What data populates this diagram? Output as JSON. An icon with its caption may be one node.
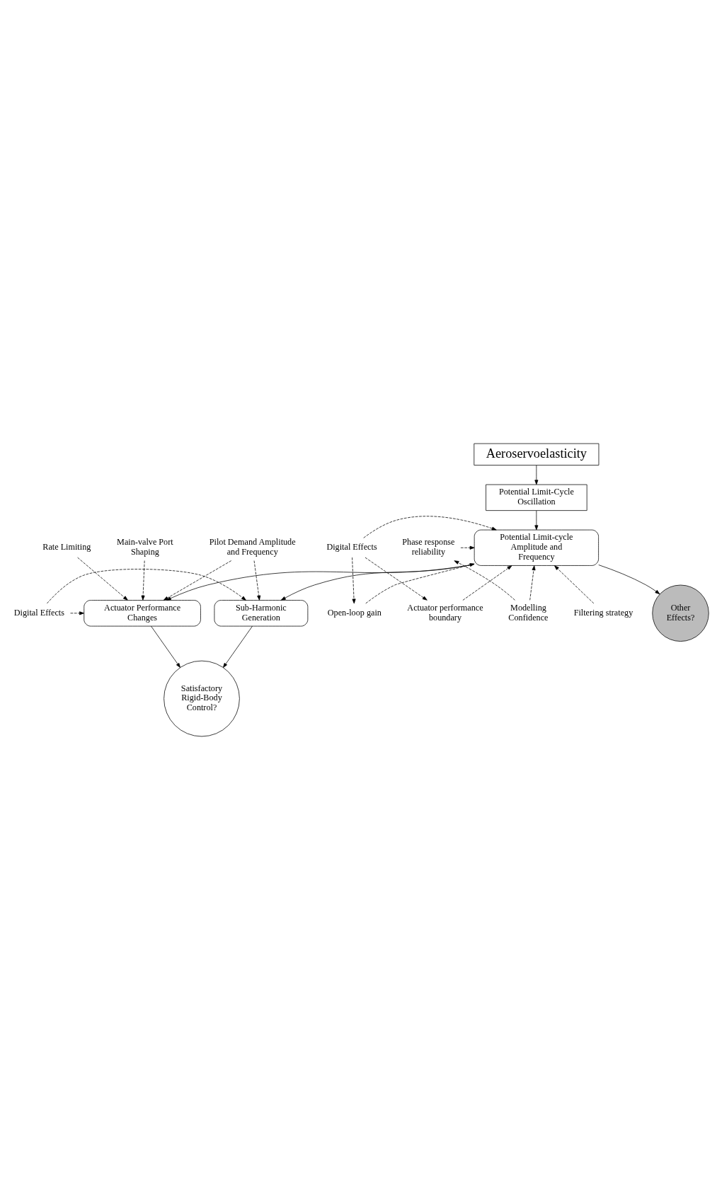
{
  "diagram": {
    "nodes": [
      {
        "text": [
          "Aeroservoelasticity"
        ]
      },
      {
        "text": [
          "Potential Limit-Cycle Oscillation"
        ]
      },
      {
        "text": [
          "Filtering strategy"
        ]
      },
      {
        "text": [
          "Open-loop gain"
        ]
      },
      {
        "text": [
          "Phase response reliability"
        ]
      },
      {
        "text": [
          "Potential Limit-cycle Amplitude and Frequency"
        ]
      },
      {
        "text": [
          "Digital Effects"
        ]
      },
      {
        "text": [
          "Modelling Confidence"
        ]
      },
      {
        "text": [
          "Actuator performance boundary"
        ]
      },
      {
        "text": [
          "Other Effects?"
        ]
      },
      {
        "text": [
          "Rate Limiting"
        ]
      },
      {
        "text": [
          "Digital Effects"
        ]
      },
      {
        "text": [
          "Sub-Harmonic Generation"
        ]
      },
      {
        "text": [
          "Actuator Performance Changes"
        ]
      },
      {
        "text": [
          "Pilot Demand Amplitude and Frequency"
        ]
      },
      {
        "text": [
          "Main-valve Port Shaping"
        ]
      },
      {
        "text": [
          "Satisfactory Rigid-Body Control?"
        ]
      }
    ],
    "edges": [
      {
        "from": 0,
        "to": 1,
        "arrow": "to"
      },
      {
        "from": 1,
        "to": 5,
        "arrow": "to"
      },
      {
        "from": 2,
        "to": 5,
        "arrow": "to",
        "style": "dashed"
      },
      {
        "from": 3,
        "to": 5,
        "arrow": "to",
        "style": "dashed"
      },
      {
        "from": 4,
        "to": 5,
        "arrow": "to",
        "style": "dashed"
      },
      {
        "from": 6,
        "to": 5,
        "arrow": "to",
        "style": "dashed"
      },
      {
        "from": 7,
        "to": 5,
        "arrow": "to",
        "style": "dashed"
      },
      {
        "from": 7,
        "to": 4,
        "arrow": "to",
        "style": "dashed"
      },
      {
        "from": 6,
        "to": 3,
        "arrow": "to",
        "style": "dashed"
      },
      {
        "from": 6,
        "to": 8,
        "arrow": "to",
        "style": "dashed"
      },
      {
        "from": 8,
        "to": 5,
        "arrow": "to",
        "style": "dashed"
      },
      {
        "from": 5,
        "to": 9,
        "arrow": "to"
      },
      {
        "from": 5,
        "to": 12,
        "arrow": "to"
      },
      {
        "from": 5,
        "to": 13,
        "arrow": "to"
      },
      {
        "from": 10,
        "to": 13,
        "arrow": "to",
        "style": "dashed"
      },
      {
        "from": 11,
        "to": 12,
        "arrow": "to",
        "style": "dashed"
      },
      {
        "from": 11,
        "to": 13,
        "arrow": "to",
        "style": "dashed"
      },
      {
        "from": 14,
        "to": 12,
        "arrow": "to",
        "style": "dashed"
      },
      {
        "from": 14,
        "to": 13,
        "arrow": "to",
        "style": "dashed"
      },
      {
        "from": 15,
        "to": 13,
        "arrow": "to",
        "style": "dashed"
      },
      {
        "from": 12,
        "to": 16,
        "arrow": "to"
      },
      {
        "from": 13,
        "to": 16,
        "arrow": "to"
      }
    ]
  }
}
